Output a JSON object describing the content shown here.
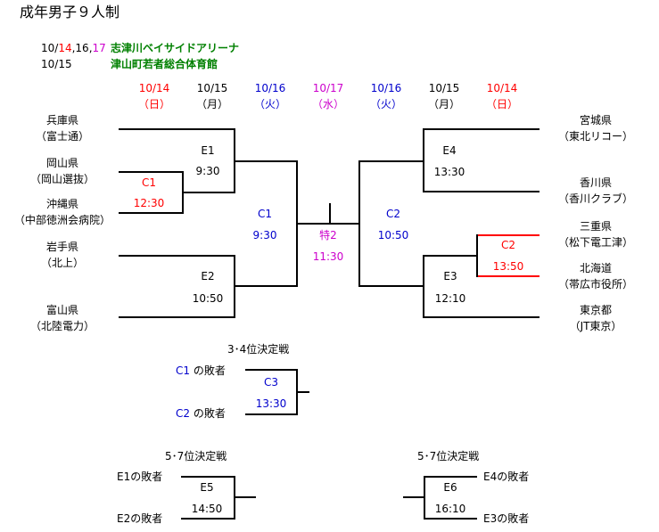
{
  "title": "成年男子９人制",
  "schedule": {
    "row1_prefix": "10/",
    "row1_d1": "14",
    "row1_sep1": ",",
    "row1_d2": "16",
    "row1_sep2": ",",
    "row1_d3": "17",
    "row1_venue": "志津川ベイサイドアリーナ",
    "row2_dates": "10/15",
    "row2_venue": "津山町若者総合体育館"
  },
  "columns": [
    {
      "date": "10/14",
      "day": "（日）",
      "color": "red"
    },
    {
      "date": "10/15",
      "day": "（月）",
      "color": "black"
    },
    {
      "date": "10/16",
      "day": "（火）",
      "color": "blue"
    },
    {
      "date": "10/17",
      "day": "（水）",
      "color": "magenta"
    },
    {
      "date": "10/16",
      "day": "（火）",
      "color": "blue"
    },
    {
      "date": "10/15",
      "day": "（月）",
      "color": "black"
    },
    {
      "date": "10/14",
      "day": "（日）",
      "color": "red"
    }
  ],
  "left_teams": [
    {
      "pref": "兵庫県",
      "club": "（富士通）"
    },
    {
      "pref": "岡山県",
      "club": "（岡山選抜）"
    },
    {
      "pref": "沖縄県",
      "club": "（中部徳洲会病院）"
    },
    {
      "pref": "岩手県",
      "club": "（北上）"
    },
    {
      "pref": "富山県",
      "club": "（北陸電力）"
    }
  ],
  "right_teams": [
    {
      "pref": "宮城県",
      "club": "（東北リコー）"
    },
    {
      "pref": "香川県",
      "club": "（香川クラブ）"
    },
    {
      "pref": "三重県",
      "club": "（松下電工津）"
    },
    {
      "pref": "北海道",
      "club": "（帯広市役所）"
    },
    {
      "pref": "東京都",
      "club": "（JT東京）"
    }
  ],
  "matches": {
    "c1_left": {
      "label": "C1",
      "time": "12:30"
    },
    "e1": {
      "label": "E1",
      "time": "9:30"
    },
    "e2": {
      "label": "E2",
      "time": "10:50"
    },
    "c1_semi": {
      "label": "C1",
      "time": "9:30"
    },
    "final": {
      "label": "特2",
      "time": "11:30"
    },
    "c2_semi": {
      "label": "C2",
      "time": "10:50"
    },
    "e4": {
      "label": "E4",
      "time": "13:30"
    },
    "e3": {
      "label": "E3",
      "time": "12:10"
    },
    "c2_right": {
      "label": "C2",
      "time": "13:50"
    }
  },
  "third_place": {
    "title": "3･4位決定戦",
    "entry1_code": "C1",
    "entry1_text": " の敗者",
    "entry2_code": "C2",
    "entry2_text": " の敗者",
    "label": "C3",
    "time": "13:30"
  },
  "fifth_left": {
    "title": "5･7位決定戦",
    "entry1": "E1の敗者",
    "entry2": "E2の敗者",
    "label": "E5",
    "time": "14:50"
  },
  "fifth_right": {
    "title": "5･7位決定戦",
    "entry1": "E4の敗者",
    "entry2": "E3の敗者",
    "label": "E6",
    "time": "16:10"
  }
}
